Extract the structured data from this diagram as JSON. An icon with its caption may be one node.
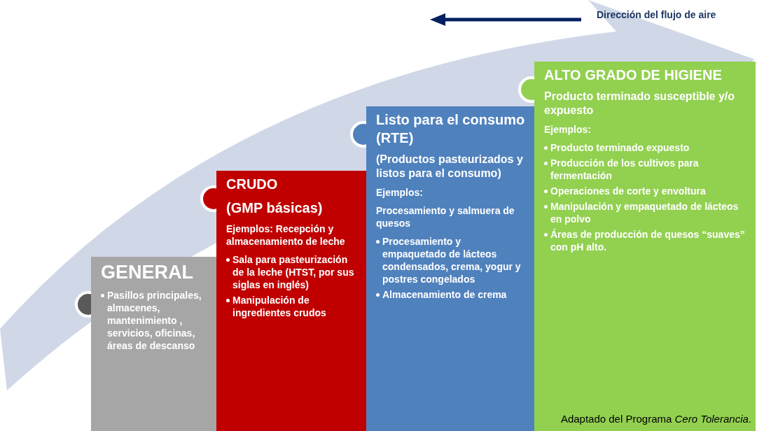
{
  "diagram": {
    "caption": "Adaptado del Programa *Cero Tolerancia*.",
    "nodes": [
      {
        "text": [
          "GENERAL",
          "Pasillos principales, almacenes, mantenimiento , servicios, oficinas, áreas de descanso"
        ]
      },
      {
        "text": [
          "CRUDO",
          "(GMP básicas)",
          "Ejemplos: Recepción y almacenamiento de leche",
          "Sala para pasteurización de la leche (HTST, por sus siglas en inglés)",
          "Manipulación de ingredientes crudos"
        ]
      },
      {
        "text": [
          "Listo para el consumo (RTE)",
          "(Productos pasteurizados y listos para el consumo)",
          "Ejemplos:",
          "Procesamiento y salmuera de quesos",
          "Procesamiento y empaquetado de lácteos condensados, crema, yogur y postres congelados",
          "Almacenamiento de crema"
        ]
      },
      {
        "text": [
          "ALTO GRADO DE HIGIENE",
          "Producto terminado susceptible y/o expuesto",
          "Ejemplos:",
          "Producto terminado expuesto",
          "Producción de los cultivos para fermentación",
          "Operaciones de corte y envoltura",
          "Manipulación y empaquetado de lácteos en polvo",
          "Áreas de producción de quesos “suaves” con pH alto."
        ]
      }
    ],
    "edges": [],
    "labels": [
      "Dirección del flujo de aire"
    ]
  }
}
